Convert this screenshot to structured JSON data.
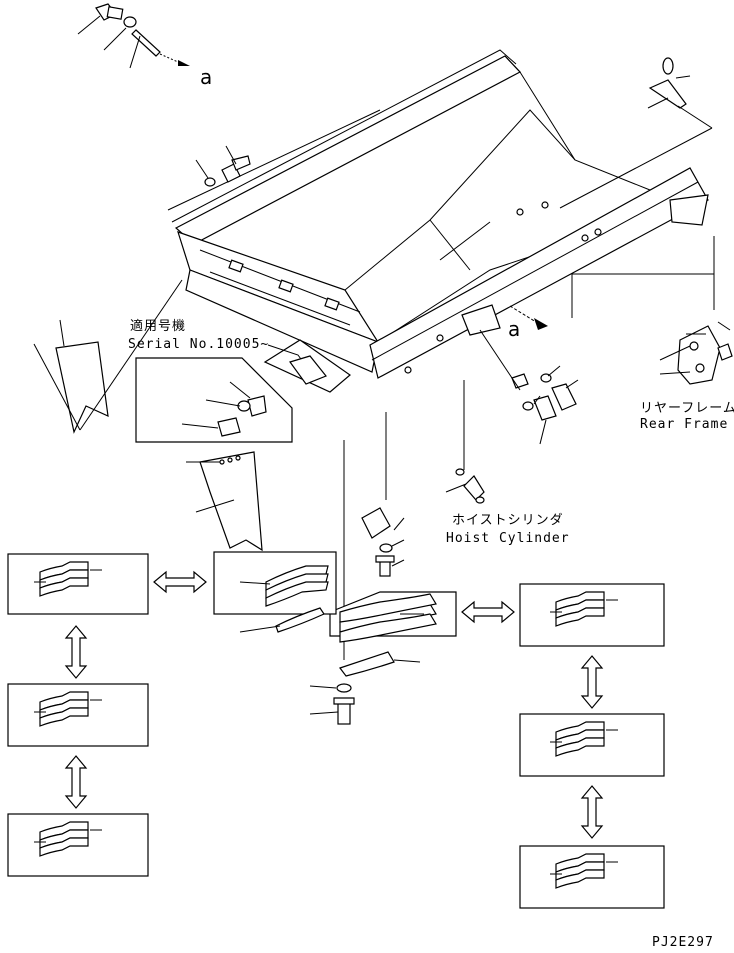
{
  "labels": {
    "view_a_top": "a",
    "view_a_mid": "a",
    "serial_jp": "適用号機",
    "serial_en": "Serial No.10005~",
    "rear_frame_jp": "リヤーフレーム",
    "rear_frame_en": "Rear Frame",
    "hoist_jp": "ホイストシリンダ",
    "hoist_en": "Hoist Cylinder",
    "drawing_code": "PJ2E297"
  }
}
